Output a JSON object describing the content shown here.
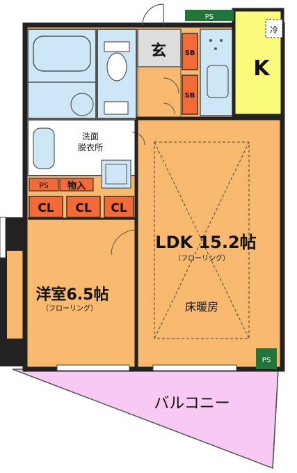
{
  "rooms": {
    "kitchen": "K",
    "entrance": "玄",
    "washroom": "洗面\n脱衣所",
    "storage": "物入",
    "ldk": "LDK 15.2帖",
    "ldk_floor": "（フローリング）",
    "floor_heating": "床暖房",
    "western": "洋室6.5帖",
    "western_floor": "（フローリング）",
    "balcony": "バルコニー"
  },
  "labels": {
    "ps": "PS",
    "sb": "SB",
    "cl": "CL",
    "fridge": "冷"
  },
  "colors": {
    "wall": "#222222",
    "orange_floor": "#f7b96e",
    "wet_area": "#cde7f7",
    "kitchen_yellow": "#fbfc7b",
    "storage_red": "#f46a37",
    "ps_green": "#22753a",
    "balcony_pink": "#f7c9f3"
  }
}
